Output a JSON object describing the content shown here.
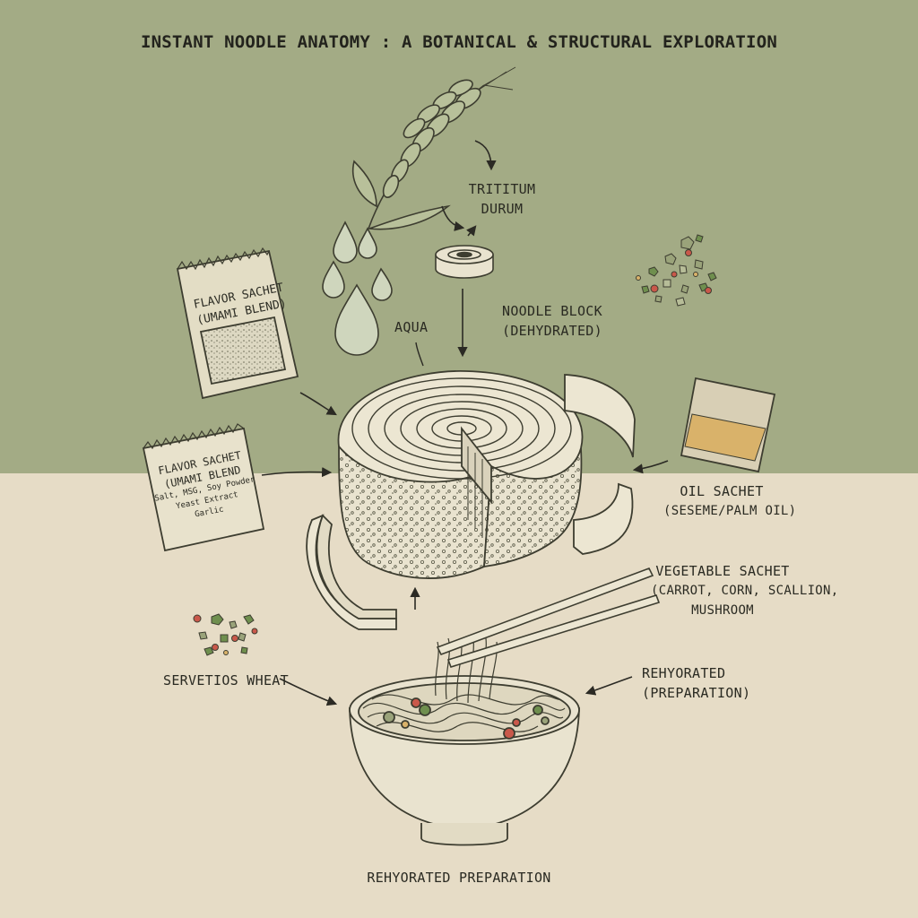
{
  "title": "INSTANT NOODLE ANATOMY : A BOTANICAL & STRUCTURAL EXPLORATION",
  "labels": {
    "tritium": [
      "TRITITUM",
      "DURUM"
    ],
    "aqua": "AQUA",
    "noodle_block": [
      "NOODLE BLOCK",
      "(DEHYDRATED)"
    ],
    "oil_sachet": [
      "OIL SACHET",
      "(SESEME/PALM OIL)"
    ],
    "vegetable_sachet": [
      "VEGETABLE SACHET",
      "(CARROT, CORN, SCALLION,",
      "MUSHROOM"
    ],
    "servetios_wheat": "SERVETIOS WHEAT",
    "rehyorated_side": [
      "REHYORATED",
      "(PREPARATION)"
    ],
    "rehyorated_bottom": "REHYORATED PREPARATION"
  },
  "sachets": {
    "flavor_top": [
      "FLAVOR SACHET",
      "(UMAMI BLEND)"
    ],
    "flavor_lower": [
      "FLAVOR SACHET",
      "(UMAMI BLEND",
      "Salt, MSG, Soy Powder",
      "Yeast Extract",
      "Garlic"
    ]
  },
  "colors": {
    "green_bg": "#a3ab85",
    "cream_bg": "#e6dcc6",
    "ink": "#2b2a24",
    "oil": "#d9b26a",
    "carrot": "#c9584a",
    "scallion": "#6f8f4e"
  },
  "icons": [
    "wheat-stalk-icon",
    "water-drop-icon",
    "noodle-block-icon",
    "bowl-icon",
    "chopsticks-icon",
    "flavor-sachet-icon",
    "oil-sachet-icon",
    "vegetable-flakes-icon"
  ]
}
